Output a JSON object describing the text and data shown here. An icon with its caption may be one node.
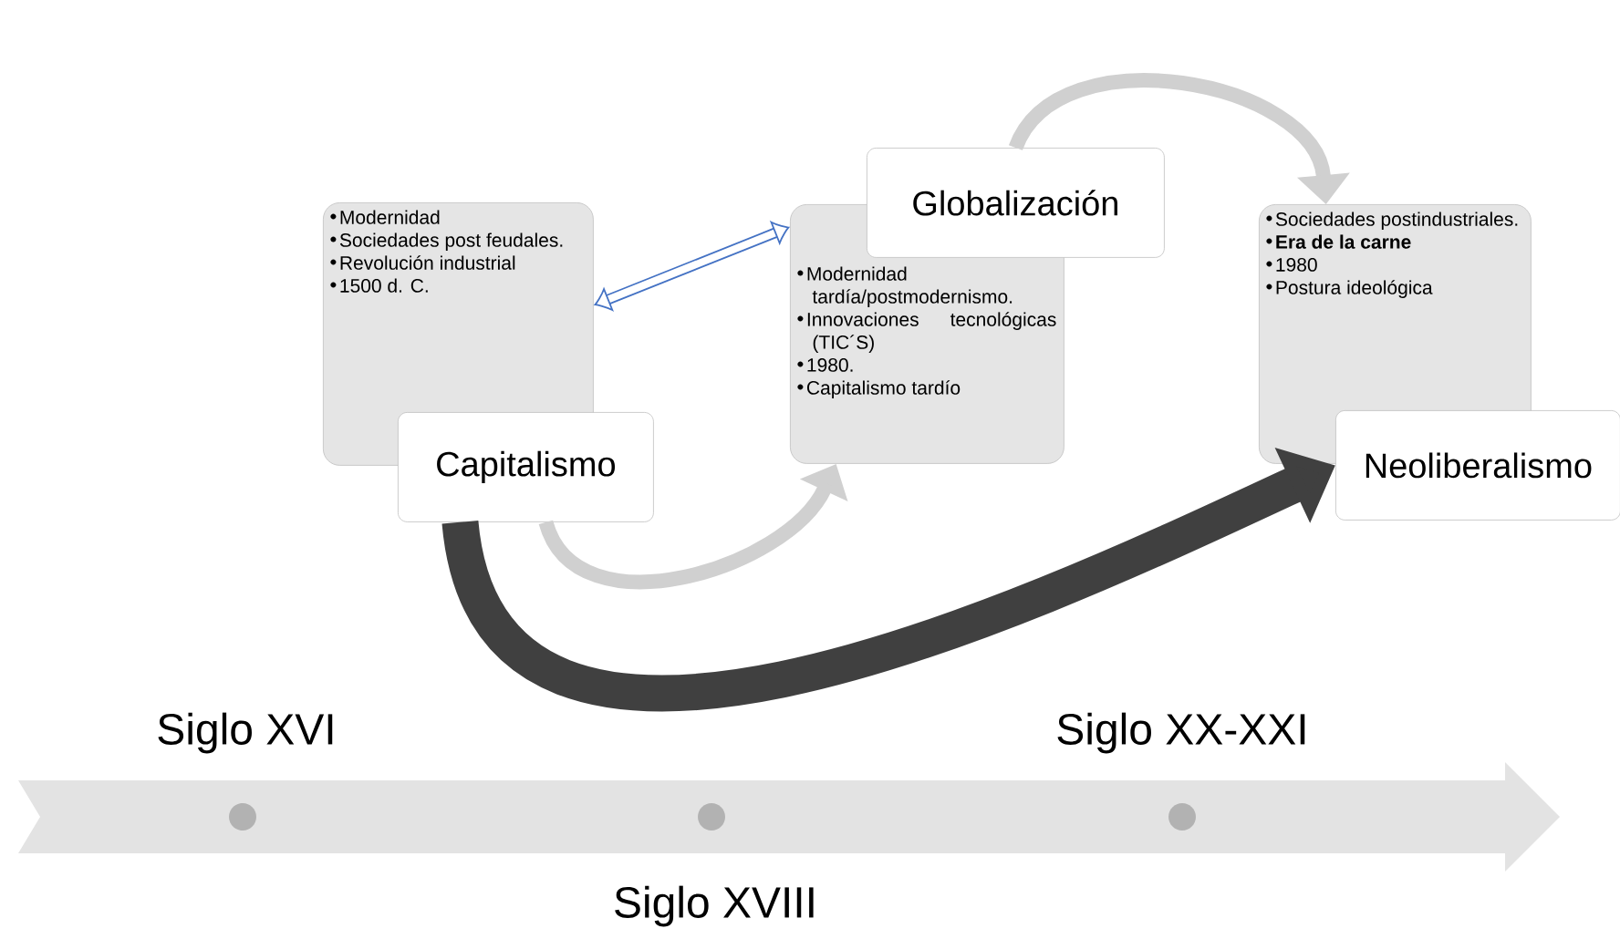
{
  "diagram": {
    "nodes": [
      {
        "text": [
          "Modernidad",
          "Sociedades post feudales.",
          "Revolución industrial",
          "1500 d. C."
        ]
      },
      {
        "text": [
          "Capitalismo"
        ]
      },
      {
        "text": [
          "Modernidad tardía/postmodernismo.",
          "Innovaciones tecnológicas (TIC´S)",
          "1980.",
          "Capitalismo tardío"
        ]
      },
      {
        "text": [
          "Globalización"
        ]
      },
      {
        "text": [
          "Sociedades postindustriales.",
          "**Era de la carne**",
          "1980",
          "Postura ideológica"
        ]
      },
      {
        "text": [
          "Neoliberalismo"
        ]
      }
    ],
    "edges": [
      {
        "from": 0,
        "to": 2,
        "arrow": "both",
        "color": "#4472c4"
      },
      {
        "from": 1,
        "to": 2,
        "arrow": "to",
        "color": "#d0d0d0"
      },
      {
        "from": 3,
        "to": 4,
        "arrow": "to",
        "color": "#d0d0d0"
      },
      {
        "from": 1,
        "to": 5,
        "arrow": "to",
        "style": "thick",
        "color": "#404040"
      }
    ],
    "labels": [
      "Siglo XVI",
      "Siglo XX-XXI",
      "Siglo XVIII"
    ]
  }
}
